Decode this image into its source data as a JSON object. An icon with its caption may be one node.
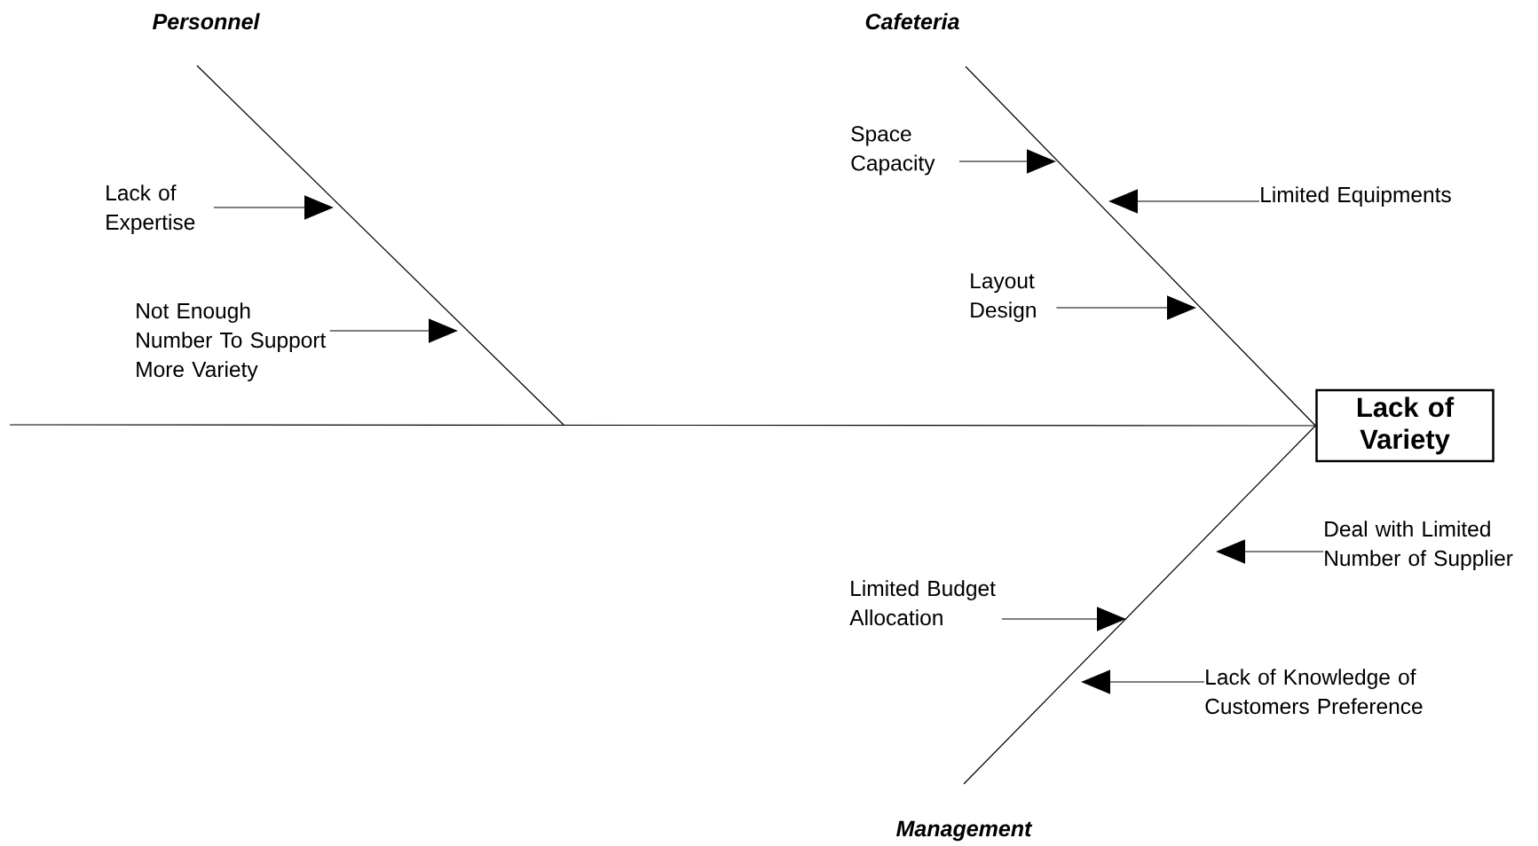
{
  "diagram": {
    "nodes": [
      {
        "text": [
          "Personnel"
        ]
      },
      {
        "text": [
          "Cafeteria"
        ]
      },
      {
        "text": [
          "Space Capacity"
        ]
      },
      {
        "text": [
          "Lack of Expertise"
        ]
      },
      {
        "text": [
          "Limited Equipments"
        ]
      },
      {
        "text": [
          "Layout Design"
        ]
      },
      {
        "text": [
          "Not Enough Number To Support More Variety"
        ]
      },
      {
        "text": [
          "Lack of Variety"
        ]
      },
      {
        "text": [
          "Deal with Limited Number of Supplier"
        ]
      },
      {
        "text": [
          "Limited Budget Allocation"
        ]
      },
      {
        "text": [
          "Lack of Knowledge of Customers Preference"
        ]
      },
      {
        "text": [
          "Management"
        ]
      }
    ],
    "edges": [
      {
        "from": null,
        "to": 7,
        "arrow": "none"
      },
      {
        "from": 0,
        "to": null,
        "arrow": "none"
      },
      {
        "from": 1,
        "to": 7,
        "arrow": "none"
      },
      {
        "from": 11,
        "to": 7,
        "arrow": "none"
      },
      {
        "from": 2,
        "to": null,
        "arrow": "to"
      },
      {
        "from": 3,
        "to": null,
        "arrow": "to"
      },
      {
        "from": 4,
        "to": null,
        "arrow": "to"
      },
      {
        "from": 5,
        "to": null,
        "arrow": "to"
      },
      {
        "from": 6,
        "to": null,
        "arrow": "to"
      },
      {
        "from": 8,
        "to": null,
        "arrow": "to"
      },
      {
        "from": 9,
        "to": null,
        "arrow": "to"
      },
      {
        "from": 10,
        "to": null,
        "arrow": "to"
      }
    ]
  }
}
